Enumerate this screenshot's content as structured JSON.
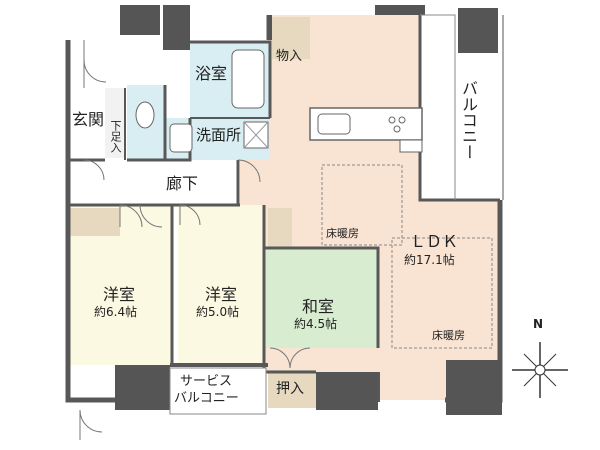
{
  "rooms": {
    "entrance": "玄関",
    "shoe_storage": "下足入",
    "bathroom": "浴室",
    "storage": "物入",
    "washroom": "洗面所",
    "corridor": "廊下",
    "balcony": "バルコニー",
    "ldk_label": "ＬＤＫ",
    "ldk_area": "約17.1帖",
    "floor_heating_1": "床暖房",
    "floor_heating_2": "床暖房",
    "western_room_1": "洋室",
    "western_room_1_area": "約6.4帖",
    "western_room_2": "洋室",
    "western_room_2_area": "約5.0帖",
    "japanese_room": "和室",
    "japanese_room_area": "約4.5帖",
    "closet": "押入",
    "service_balcony_line1": "サービス",
    "service_balcony_line2": "バルコニー"
  },
  "compass": {
    "north": "N"
  },
  "colors": {
    "ldk_floor": "#f9e4d3",
    "japanese_floor": "#d8ecd0",
    "western_floor": "#fbf9e2",
    "wet_area": "#d9eef3",
    "storage": "#e6d9c0",
    "wall": "#585858"
  }
}
